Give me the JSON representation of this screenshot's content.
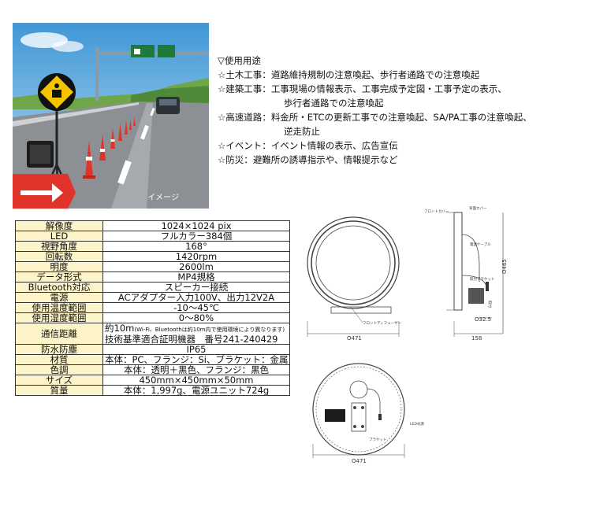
{
  "illustration": {
    "caption": "イメージ"
  },
  "usage": {
    "heading": "▽使用用途",
    "items": [
      {
        "category": "☆土木工事：",
        "lines": [
          "道路維持規制の注意喚起、歩行者通路での注意喚起"
        ]
      },
      {
        "category": "☆建築工事：",
        "lines": [
          "工事現場の情報表示、工事完成予定図・工事予定の表示、",
          "歩行者通路での注意喚起"
        ]
      },
      {
        "category": "☆高速道路：",
        "lines": [
          "料金所・ETCの更新工事での注意喚起、SA/PA工事の注意喚起、",
          "逆走防止"
        ]
      },
      {
        "category": "☆イベント：",
        "lines": [
          "イベント情報の表示、広告宣伝"
        ]
      },
      {
        "category": "☆防災：",
        "lines": [
          "避難所の誘導指示や、情報提示など"
        ]
      }
    ]
  },
  "spec": {
    "rows": [
      {
        "key": "解像度",
        "value": "1024×1024 pix"
      },
      {
        "key": "LED",
        "value": "フルカラー384個"
      },
      {
        "key": "視野角度",
        "value": "168°"
      },
      {
        "key": "回転数",
        "value": "1420rpm"
      },
      {
        "key": "明度",
        "value": "2600lm"
      },
      {
        "key": "データ形式",
        "value": "MP4規格"
      },
      {
        "key": "Bluetooth対応",
        "value": "スピーカー接続"
      },
      {
        "key": "電源",
        "value": "ACアダプター入力100V、出力12V2A"
      },
      {
        "key": "使用温度範囲",
        "value": "-10～45℃"
      },
      {
        "key": "使用湿度範囲",
        "value": "0～80%"
      },
      {
        "key": "通信距離",
        "value": "約10m",
        "note": "(Wi-Fi、Bluetoothは約10m内で使用環境により異なります)",
        "value2": "技術基準適合証明機器　番号241-240429"
      },
      {
        "key": "防水防塵",
        "value": "IP65"
      },
      {
        "key": "材質",
        "value": "本体：PC、フランジ：Si、ブラケット：金属"
      },
      {
        "key": "色調",
        "value": "本体：透明＋黒色、フランジ：黒色"
      },
      {
        "key": "サイズ",
        "value": "450mm×450mm×50mm"
      },
      {
        "key": "質量",
        "value": "本体：1,997g、電源ユニット724g"
      }
    ]
  },
  "drawings": {
    "front_cover": "フロントカバー",
    "back_cover": "背面カバー",
    "power_cable": "電源ケーブル",
    "mount_bracket": "取付ブラケット",
    "front_label": "フロントディフューザー",
    "led_label": "LED光源",
    "bracket_label": "ブラケット",
    "dim_top_width": "Ο471",
    "dim_depth": "158",
    "dim_height": "Ο465",
    "dim_mount": "Ο32.5",
    "dim_bottom_width": "Ο471",
    "side_note": "取付"
  },
  "colors": {
    "spec_key_bg": "#fcf3c8",
    "arrow_red": "#e0342b",
    "sky": "#4da3dc"
  }
}
